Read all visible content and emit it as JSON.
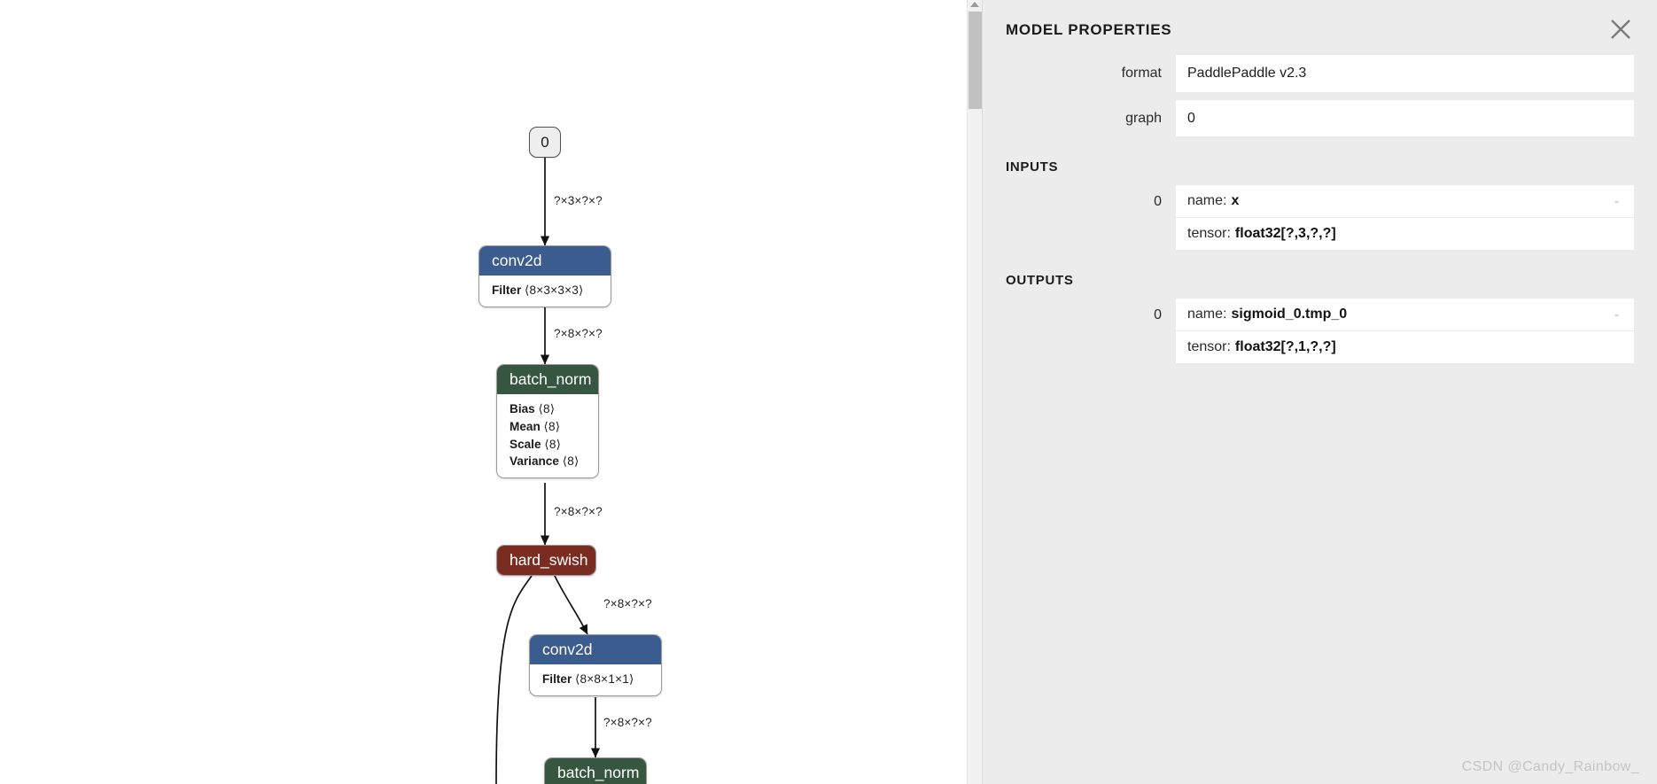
{
  "graph": {
    "input_node": {
      "label": "0"
    },
    "nodes": [
      {
        "id": "conv2d-1",
        "type": "conv2d",
        "title": "conv2d",
        "color": "blue",
        "attrs": [
          {
            "name": "Filter",
            "value": "⟨8×3×3×3⟩"
          }
        ]
      },
      {
        "id": "batch_norm-1",
        "type": "batch_norm",
        "title": "batch_norm",
        "color": "green",
        "attrs": [
          {
            "name": "Bias",
            "value": "⟨8⟩"
          },
          {
            "name": "Mean",
            "value": "⟨8⟩"
          },
          {
            "name": "Scale",
            "value": "⟨8⟩"
          },
          {
            "name": "Variance",
            "value": "⟨8⟩"
          }
        ]
      },
      {
        "id": "hard_swish-1",
        "type": "hard_swish",
        "title": "hard_swish",
        "color": "red",
        "attrs": []
      },
      {
        "id": "conv2d-2",
        "type": "conv2d",
        "title": "conv2d",
        "color": "blue",
        "attrs": [
          {
            "name": "Filter",
            "value": "⟨8×8×1×1⟩"
          }
        ]
      },
      {
        "id": "batch_norm-2",
        "type": "batch_norm",
        "title": "batch_norm",
        "color": "green",
        "attrs": []
      }
    ],
    "edge_labels": [
      {
        "id": "e0",
        "text": "?×3×?×?"
      },
      {
        "id": "e1",
        "text": "?×8×?×?"
      },
      {
        "id": "e2",
        "text": "?×8×?×?"
      },
      {
        "id": "e3",
        "text": "?×8×?×?"
      },
      {
        "id": "e4",
        "text": "?×8×?×?"
      }
    ]
  },
  "sidebar": {
    "title": "MODEL PROPERTIES",
    "close_icon": "close-icon",
    "properties": [
      {
        "label": "format",
        "value": "PaddlePaddle v2.3"
      },
      {
        "label": "graph",
        "value": "0"
      }
    ],
    "inputs": {
      "heading": "INPUTS",
      "items": [
        {
          "index": "0",
          "name_key": "name:",
          "name_value": "x",
          "tensor_key": "tensor:",
          "tensor_value": "float32[?,3,?,?]",
          "trailing": "-"
        }
      ]
    },
    "outputs": {
      "heading": "OUTPUTS",
      "items": [
        {
          "index": "0",
          "name_key": "name:",
          "name_value": "sigmoid_0.tmp_0",
          "tensor_key": "tensor:",
          "tensor_value": "float32[?,1,?,?]",
          "trailing": "-"
        }
      ]
    }
  },
  "watermark": "CSDN @Candy_Rainbow_",
  "colors": {
    "conv2d": "#3b5c8e",
    "batch_norm": "#36563f",
    "hard_swish": "#7b2c21",
    "sidebar_bg": "#ececec",
    "field_bg": "#ffffff"
  }
}
